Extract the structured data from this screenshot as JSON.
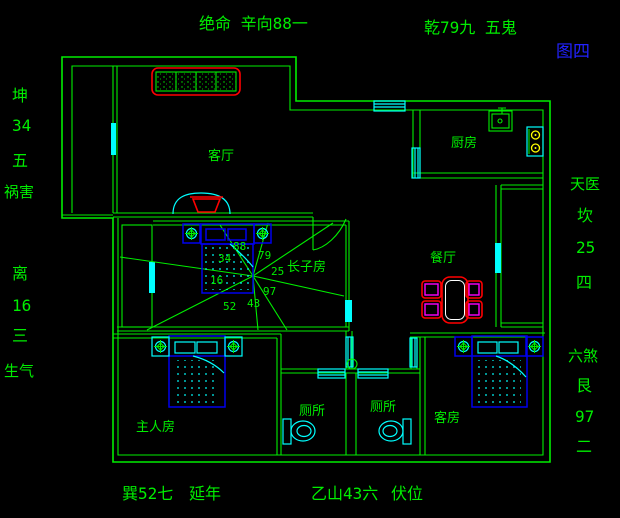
{
  "figure_label": "图四",
  "colors": {
    "background": "#000000",
    "wall": "#00ee00",
    "text": "#00ee00",
    "window": "#00ffff",
    "furniture_blue": "#0000ee",
    "furniture_red": "#ff0000",
    "accent_magenta": "#ff00ff",
    "accent_yellow": "#ffff00",
    "figure_label_blue": "#2222ff",
    "table_inner": "#ffffff"
  },
  "annotations": {
    "top": [
      "绝命 辛向88一",
      "乾79九 五鬼"
    ],
    "left": [
      "坤",
      "34",
      "五",
      "祸害",
      "离",
      "16",
      "三",
      "生气"
    ],
    "right": [
      "天医",
      "坎",
      "25",
      "四",
      "六煞",
      "艮",
      "97",
      "二"
    ],
    "bottom": [
      "巽52七",
      "延年",
      "乙山43六",
      "伏位"
    ]
  },
  "rooms": {
    "living": "客厅",
    "kitchen": "厨房",
    "dining": "餐厅",
    "eldest_son": "长子房",
    "master": "主人房",
    "toilet_left": "厕所",
    "toilet_right": "厕所",
    "guest": "客房"
  },
  "compass_numbers": {
    "n": "88",
    "nnw": "34",
    "nne": "79",
    "ene": "25",
    "ese": "97",
    "s": "43",
    "ssw": "52",
    "w": "16"
  }
}
